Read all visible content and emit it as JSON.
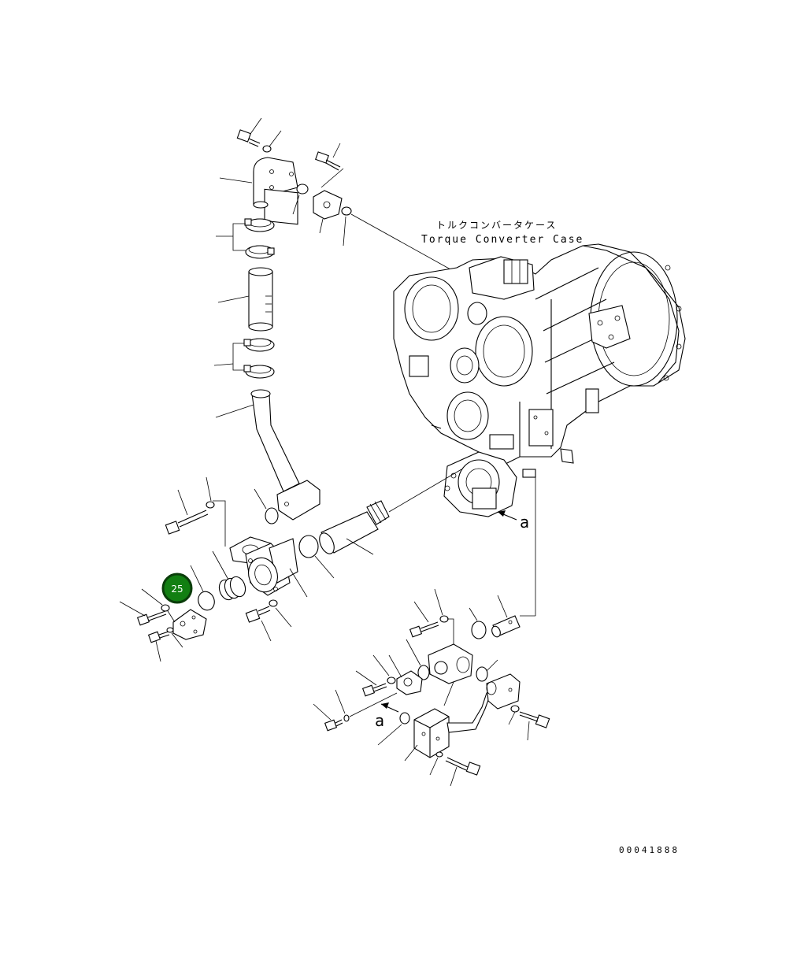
{
  "labels": {
    "case_jp": "トルクコンバータケース",
    "case_en": "Torque Converter Case",
    "figure_number": "00041888",
    "ref_a_1": "a",
    "ref_a_2": "a"
  },
  "callouts": [
    {
      "number": "25"
    }
  ],
  "colors": {
    "line": "#000000",
    "callout_fill": "#127f12",
    "callout_ring": "#0a3d0a",
    "callout_text": "#ffffff"
  }
}
